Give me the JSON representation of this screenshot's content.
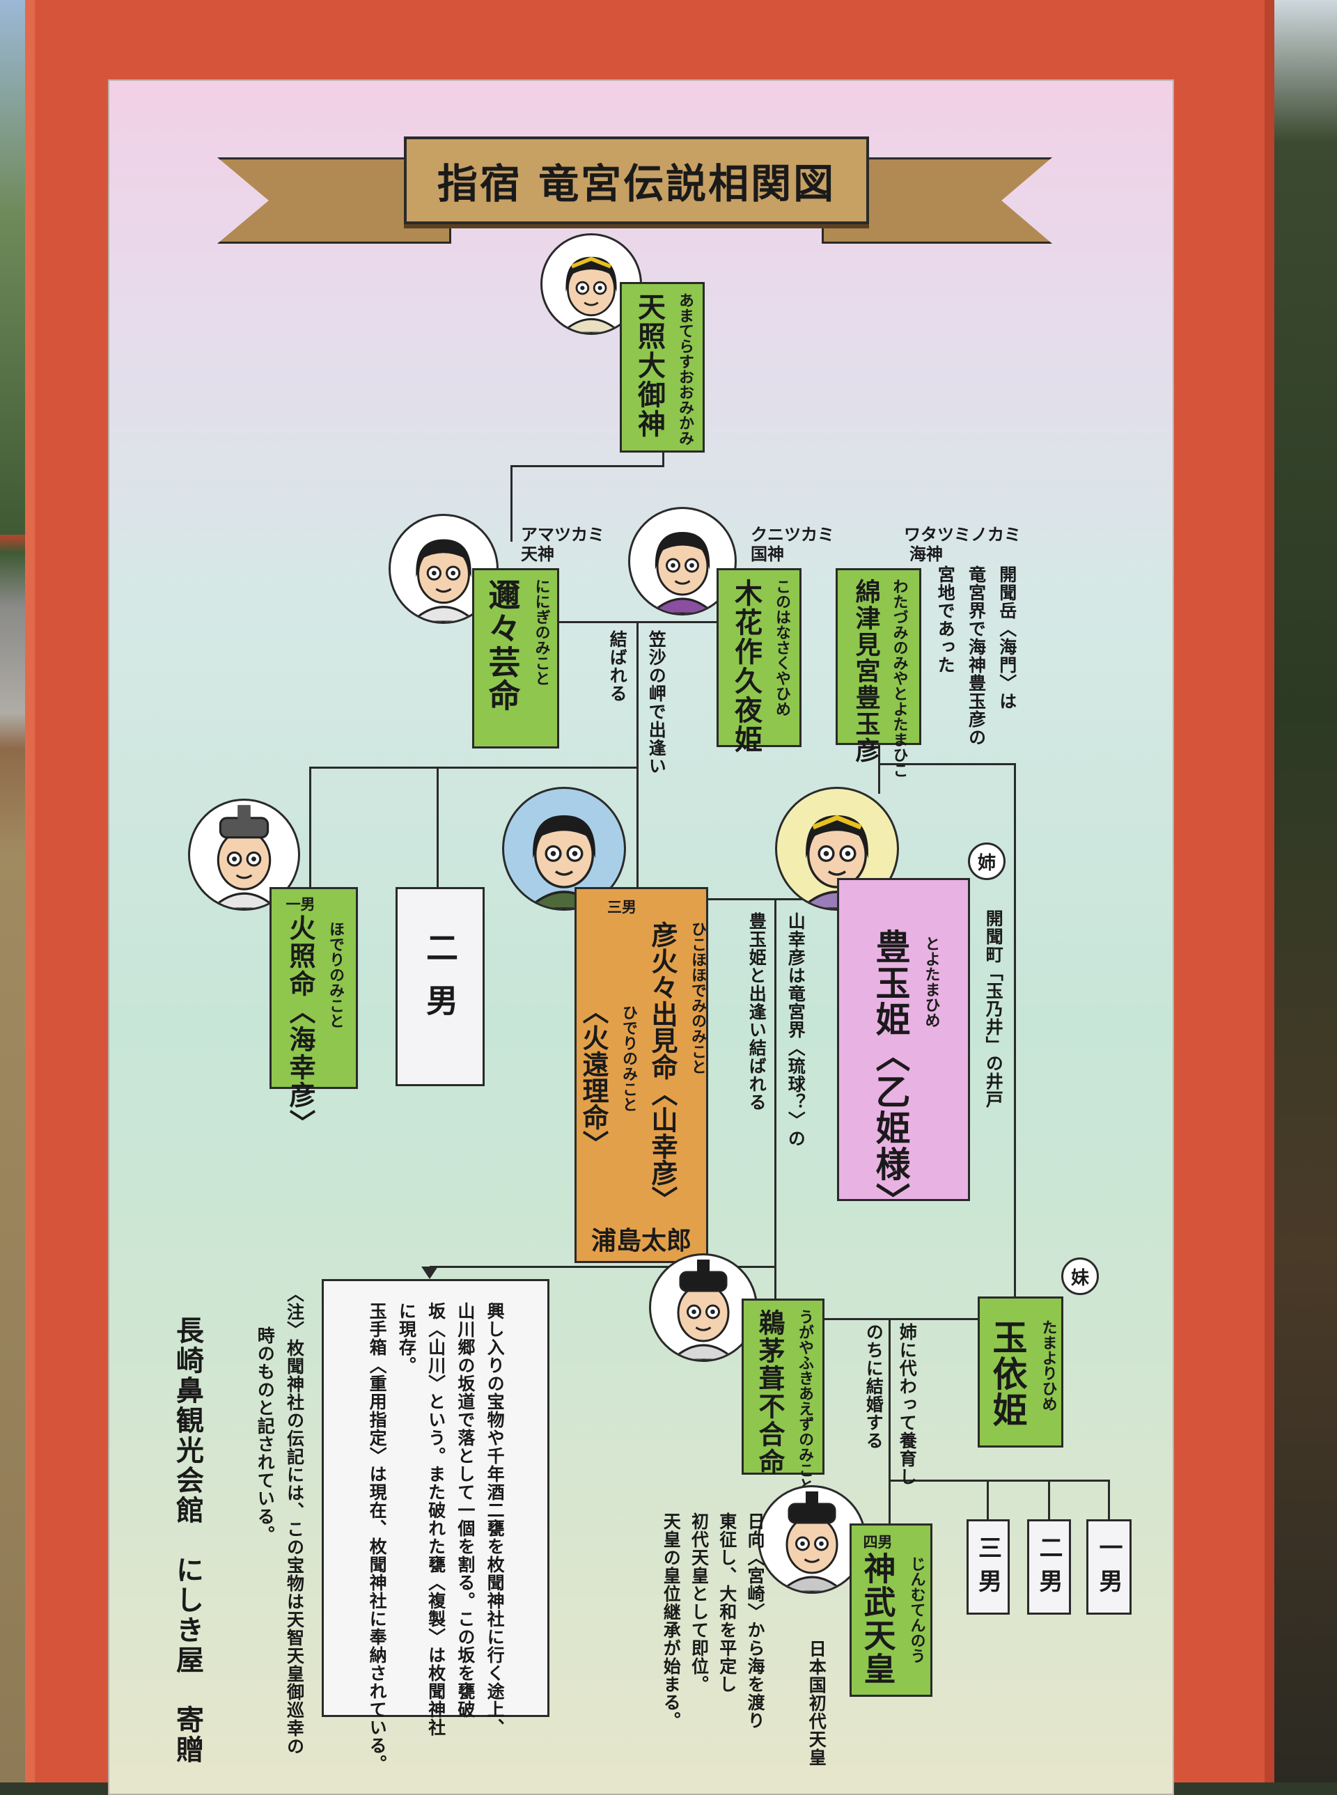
{
  "title": "指宿 竜宮伝説相関図",
  "people": {
    "amaterasu": {
      "name": "天照大御神",
      "reading": "あまてらすおおみかみ"
    },
    "ninigi": {
      "group_kana": "アマツカミ",
      "group": "天神",
      "name": "邇々芸命",
      "reading": "ににぎのみこと"
    },
    "konohana": {
      "group_kana": "クニツカミ",
      "group": "国神",
      "name": "木花作久夜姫",
      "reading": "このはなさくやひめ"
    },
    "watatsumi": {
      "group_kana": "ワタツミノカミ",
      "group": "海神",
      "name": "綿津見宮豊玉彦",
      "reading1": "わたづみのみや",
      "reading2": "とよたまひこ"
    },
    "hoderi": {
      "rank": "一男",
      "name": "火照命〈海幸彦〉",
      "reading": "ほでりのみこと"
    },
    "second_son": {
      "label": "二男"
    },
    "hikohohodemi": {
      "rank": "三男",
      "name": "彦火々出見命〈山幸彦〉",
      "reading": "ひこほほでみのみこと",
      "alt_name": "〈火遠理命〉",
      "alt_reading": "ひでりのみこと",
      "also": "浦島太郎"
    },
    "toyotama": {
      "name": "豊玉姫〈乙姫様〉",
      "reading": "とよたまひめ",
      "badge": "姉"
    },
    "tamayori": {
      "name": "玉依姫",
      "reading": "たまよりひめ",
      "badge": "妹"
    },
    "ugaya": {
      "name": "鵜茅葺不合命",
      "reading": "うがやふきあえずのみこと"
    },
    "jimmu": {
      "rank": "四男",
      "name": "神武天皇",
      "reading": "じんむてんのう",
      "caption": "日本国初代天皇"
    },
    "sons": [
      "三男",
      "二男",
      "一男"
    ]
  },
  "notes": {
    "kaimon": [
      "開聞岳〈海門〉は",
      "竜宮界で海神豊玉彦の",
      "宮地であった"
    ],
    "musubareru": "結ばれる",
    "kasasa": "笠沙の岬で出逢い",
    "tamanoi": "開聞町「玉乃井」の井戸",
    "ryugu": "山幸彦は竜宮界〈琉球？〉の",
    "deai": "豊玉姫と出逢い結ばれる",
    "yoiku": [
      "姉に代わって養育し",
      "のちに結婚する"
    ],
    "jimmu_desc": [
      "日向〈宮崎〉から海を渡り",
      "東征し、大和を平定し",
      "初代天皇として即位。",
      "天皇の皇位継承が始まる。"
    ],
    "info": [
      "興し入りの宝物や千年酒二甕を枚聞神社に行く途上、",
      "山川郷の坂道で落として一個を割る。この坂を甕破",
      "坂〈山川〉という。また破れた甕〈複製〉は枚聞神社",
      "に現存。",
      "玉手箱〈重用指定〉は現在、枚聞神社に奉納されている。"
    ],
    "footnote": [
      "〈注〉枚聞神社の伝記には、この宝物は天智天皇御巡幸の",
      "時のものと記されている。"
    ],
    "sponsor": "長崎鼻観光会館　にしき屋　寄贈"
  },
  "colors": {
    "frame": "#d6553a",
    "green": "#8ec64e",
    "orange": "#e3a04a",
    "pink": "#e8b2e2",
    "banner": "#c7a064"
  }
}
